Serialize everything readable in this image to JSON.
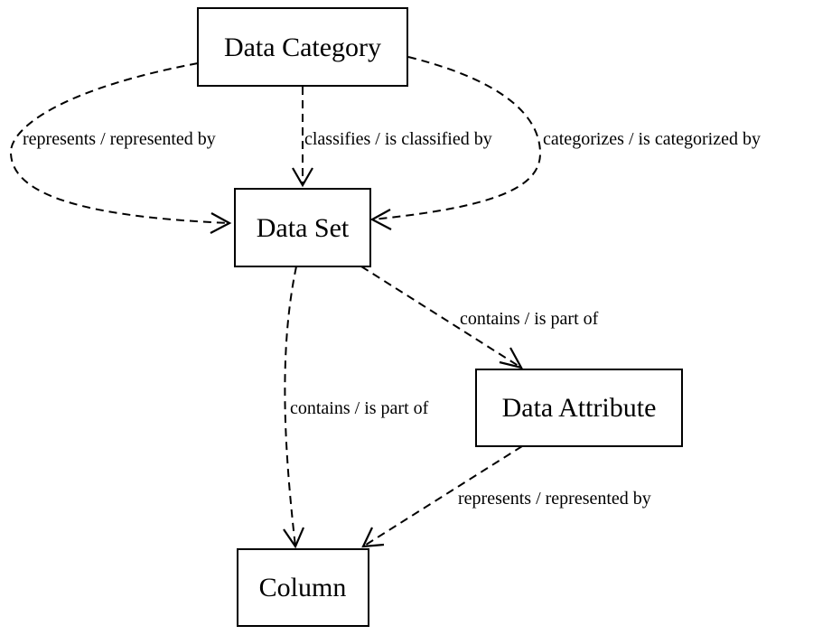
{
  "nodes": {
    "data_category": "Data Category",
    "data_set": "Data Set",
    "data_attribute": "Data Attribute",
    "column": "Column"
  },
  "edges": {
    "category_represents_set": "represents / represented by",
    "category_classifies_set": "classifies / is classified by",
    "category_categorizes_set": "categorizes / is categorized by",
    "set_contains_attribute": "contains / is part of",
    "set_contains_column": "contains / is part of",
    "attribute_represents_column": "represents / represented by"
  },
  "colors": {
    "stroke": "#000000",
    "background": "#ffffff"
  }
}
